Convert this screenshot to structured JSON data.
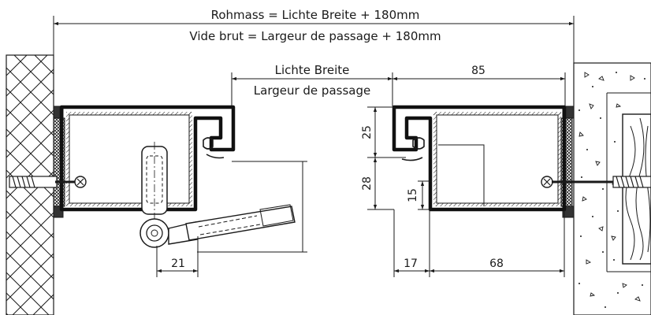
{
  "labels": {
    "rohmass": "Rohmass = Lichte Breite + 180mm",
    "vide_brut": "Vide brut = Largeur de passage + 180mm",
    "lichte_breite": "Lichte Breite",
    "largeur_passage": "Largeur de passage"
  },
  "dimensions": {
    "d85": "85",
    "d25": "25",
    "d28": "28",
    "d15": "15",
    "d21": "21",
    "d17": "17",
    "d68": "68"
  },
  "colors": {
    "line": "#1a1a1a",
    "profile": "#111111",
    "fill": "#ffffff"
  }
}
